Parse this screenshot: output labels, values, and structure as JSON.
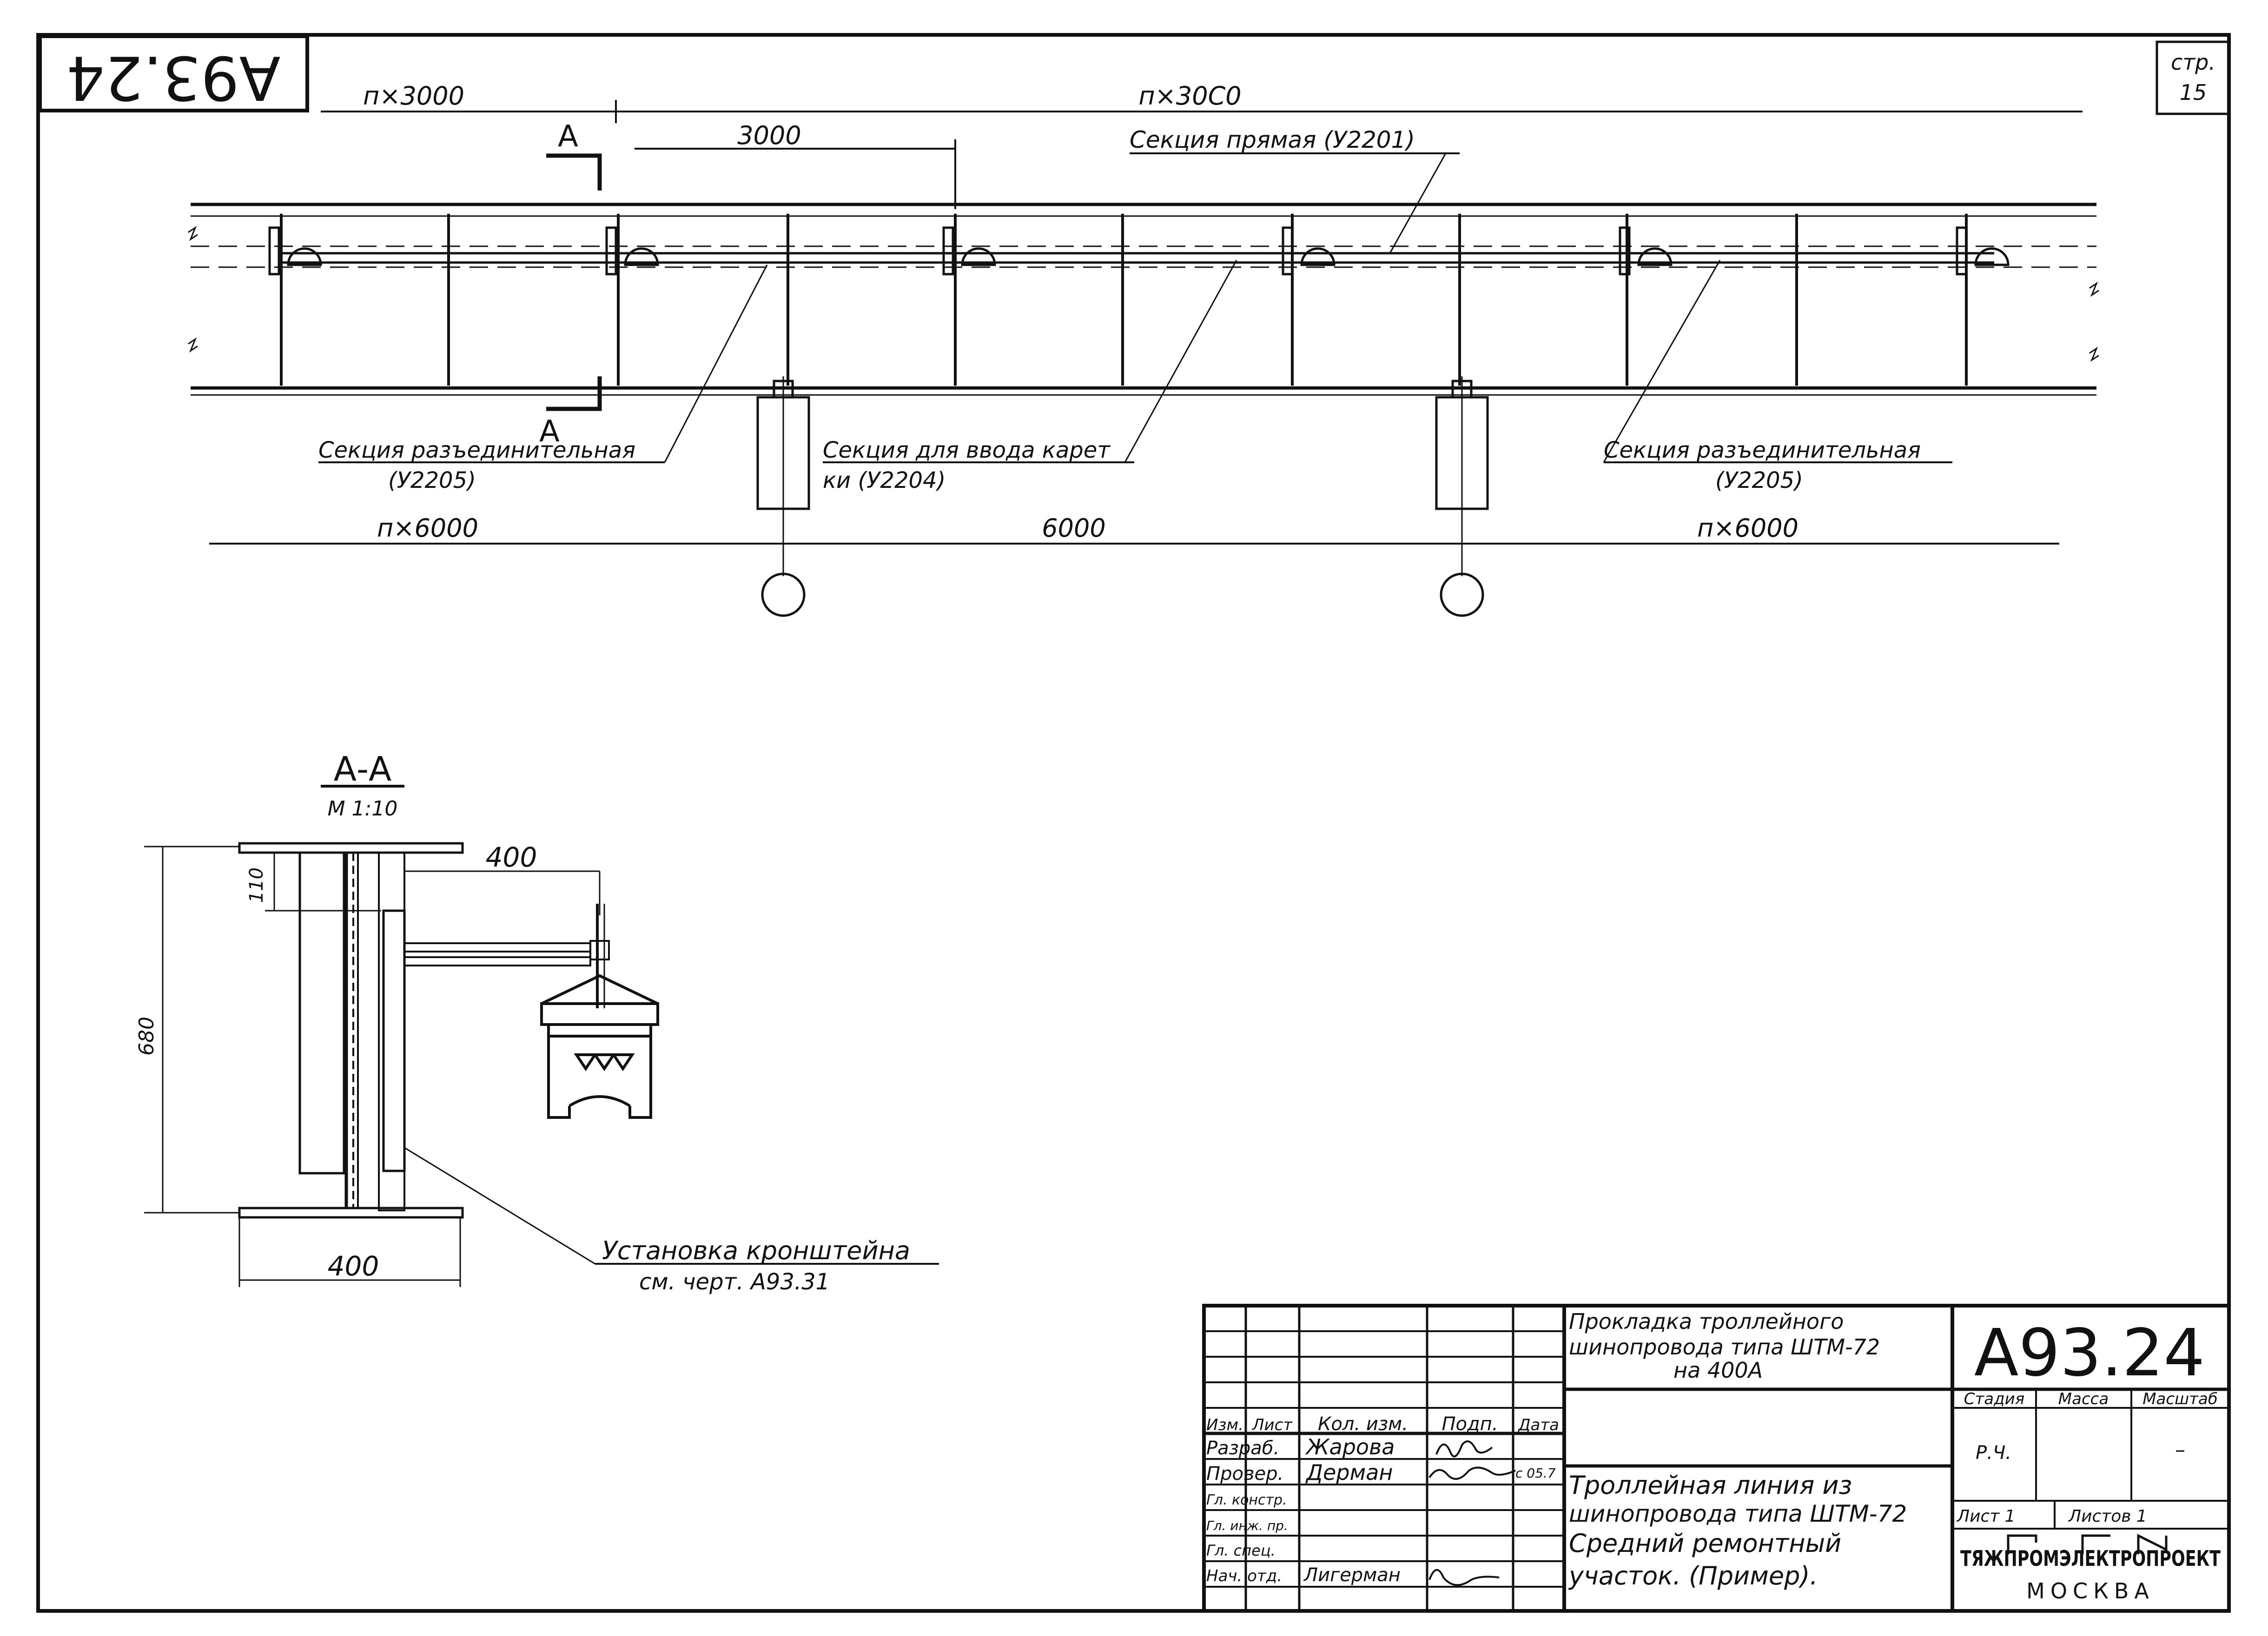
{
  "stamp_top": "А93.24",
  "page_box": {
    "label": "стр.",
    "number": "15"
  },
  "plan": {
    "dim_left_top": "п×3000",
    "dim_right_top": "п×30С0",
    "dim_section": "3000",
    "section_mark": "А",
    "straight_section": "Секция прямая (У2201)",
    "disconnect_left": {
      "line1": "Секция разъединительная",
      "line2": "(У2205)"
    },
    "carriage_section": {
      "line1": "Секция для ввода карет",
      "line2": "ки (У2204)"
    },
    "disconnect_right": {
      "line1": "Секция разъединительная",
      "line2": "(У2205)"
    },
    "dim_left_bottom": "п×6000",
    "dim_mid_bottom": "6000",
    "dim_right_bottom": "п×6000"
  },
  "section_view": {
    "title": "А-А",
    "scale": "М 1:10",
    "dim_110": "110",
    "dim_680": "680",
    "dim_400_top": "400",
    "dim_400_bottom": "400",
    "note_line1": "Установка кронштейна",
    "note_line2": "см. черт. А93.31"
  },
  "title_block": {
    "header": [
      "Изм.",
      "Лист",
      "Кол. изм.",
      "Подп.",
      "Дата"
    ],
    "roles": [
      {
        "role": "Разраб.",
        "name": "Жарова"
      },
      {
        "role": "Провер.",
        "name": "Дерман"
      },
      {
        "role": "Гл. констр.",
        "name": ""
      },
      {
        "role": "Гл. инж. пр.",
        "name": ""
      },
      {
        "role": "Гл. спец.",
        "name": ""
      },
      {
        "role": "Нач. отд.",
        "name": "Лигерман"
      }
    ],
    "subject": [
      "Прокладка троллейного",
      "шинопровода типа ШТМ-72",
      "на 400А"
    ],
    "description": [
      "Троллейная линия из",
      "шинопровода типа ШТМ-72",
      "Средний ремонтный",
      "участок. (Пример)."
    ],
    "code": "А93.24",
    "stage_label": "Стадия",
    "mass_label": "Масса",
    "scale_label": "Масштаб",
    "stage": "Р.Ч.",
    "scale": "–",
    "sheet_label": "Лист 1",
    "sheets_label": "Листов 1",
    "org": "ТЯЖПРОМЭЛЕКТРОПРОЕКТ",
    "city": "МОСКВА"
  }
}
